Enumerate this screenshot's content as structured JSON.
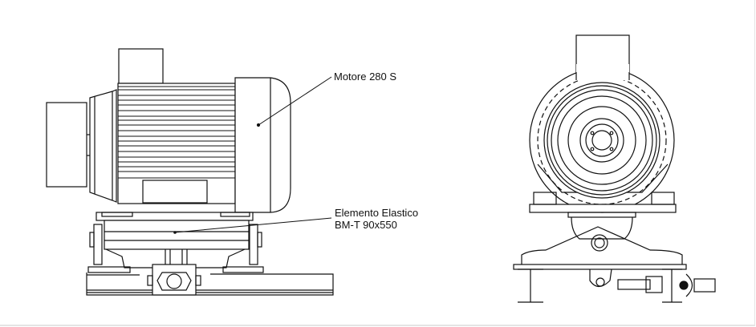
{
  "diagram": {
    "type": "technical-drawing",
    "views": [
      "side-view",
      "front-view"
    ],
    "labels": {
      "motor": "Motore 280 S",
      "elastic_line1": "Elemento Elastico",
      "elastic_line2": "BM-T 90x550"
    },
    "colors": {
      "line": "#111111",
      "background": "#ffffff"
    }
  }
}
